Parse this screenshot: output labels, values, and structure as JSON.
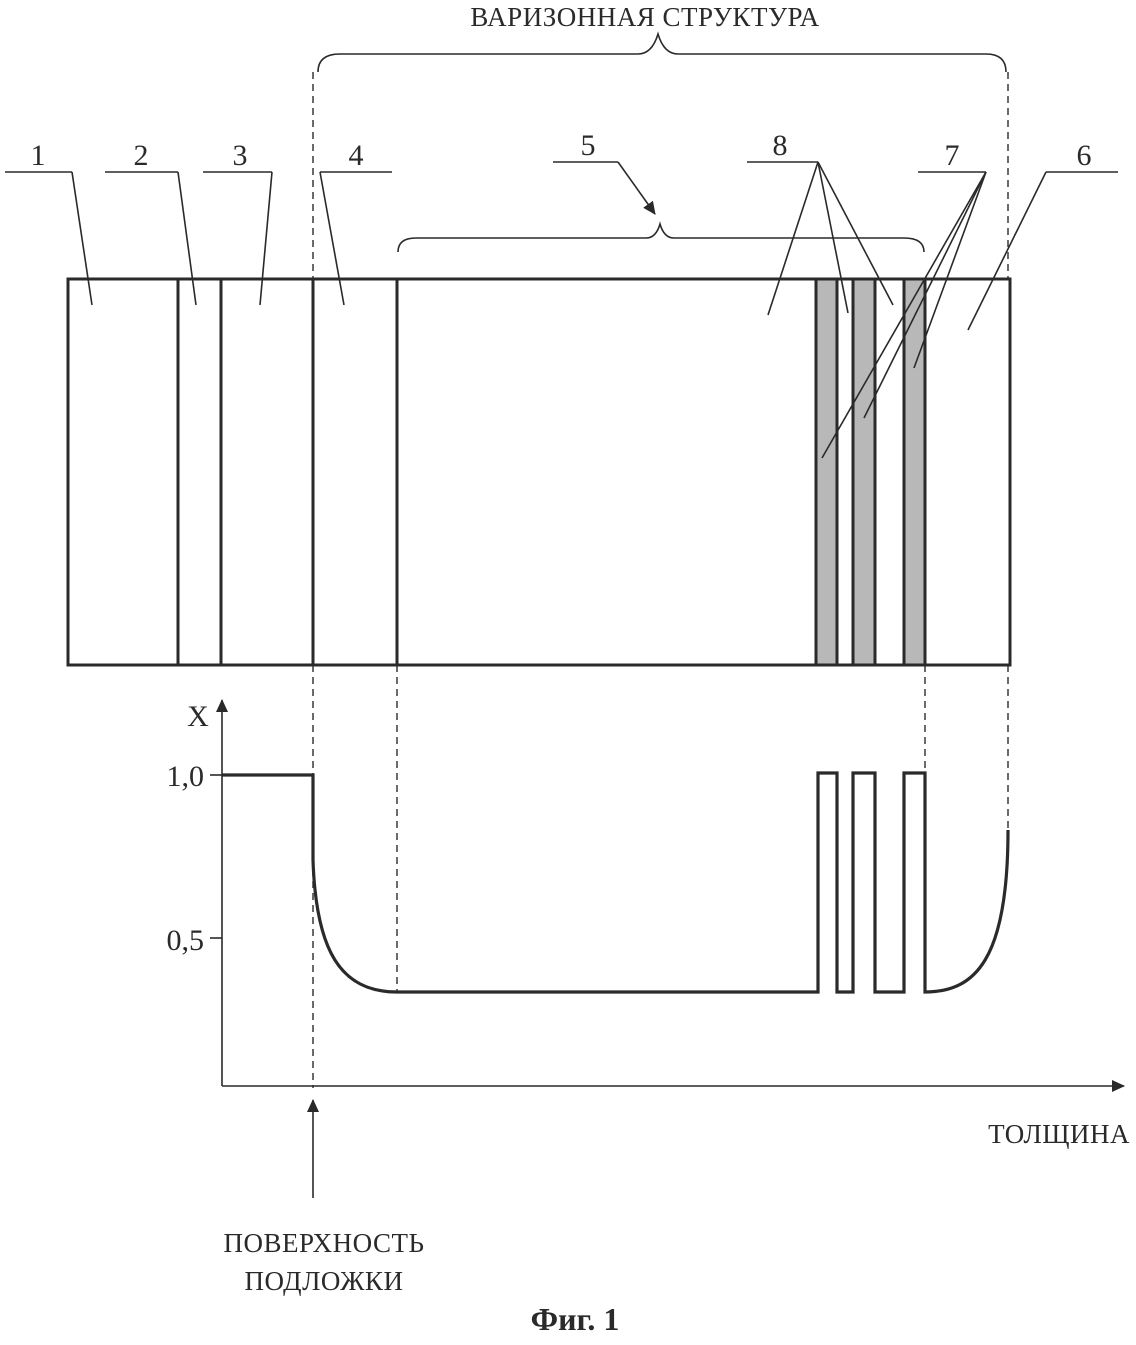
{
  "diagram": {
    "top_caption": "ВАРИЗОННАЯ СТРУКТУРА",
    "layer_labels": [
      "1",
      "2",
      "3",
      "4",
      "5",
      "6",
      "7",
      "8"
    ],
    "axis": {
      "y_label": "X",
      "y_ticks": [
        "1,0",
        "0,5"
      ],
      "x_label": "ТОЛЩИНА"
    },
    "substrate_caption": [
      "ПОВЕРХНОСТЬ",
      "ПОДЛОЖКИ"
    ],
    "figure_caption": "Фиг. 1"
  }
}
